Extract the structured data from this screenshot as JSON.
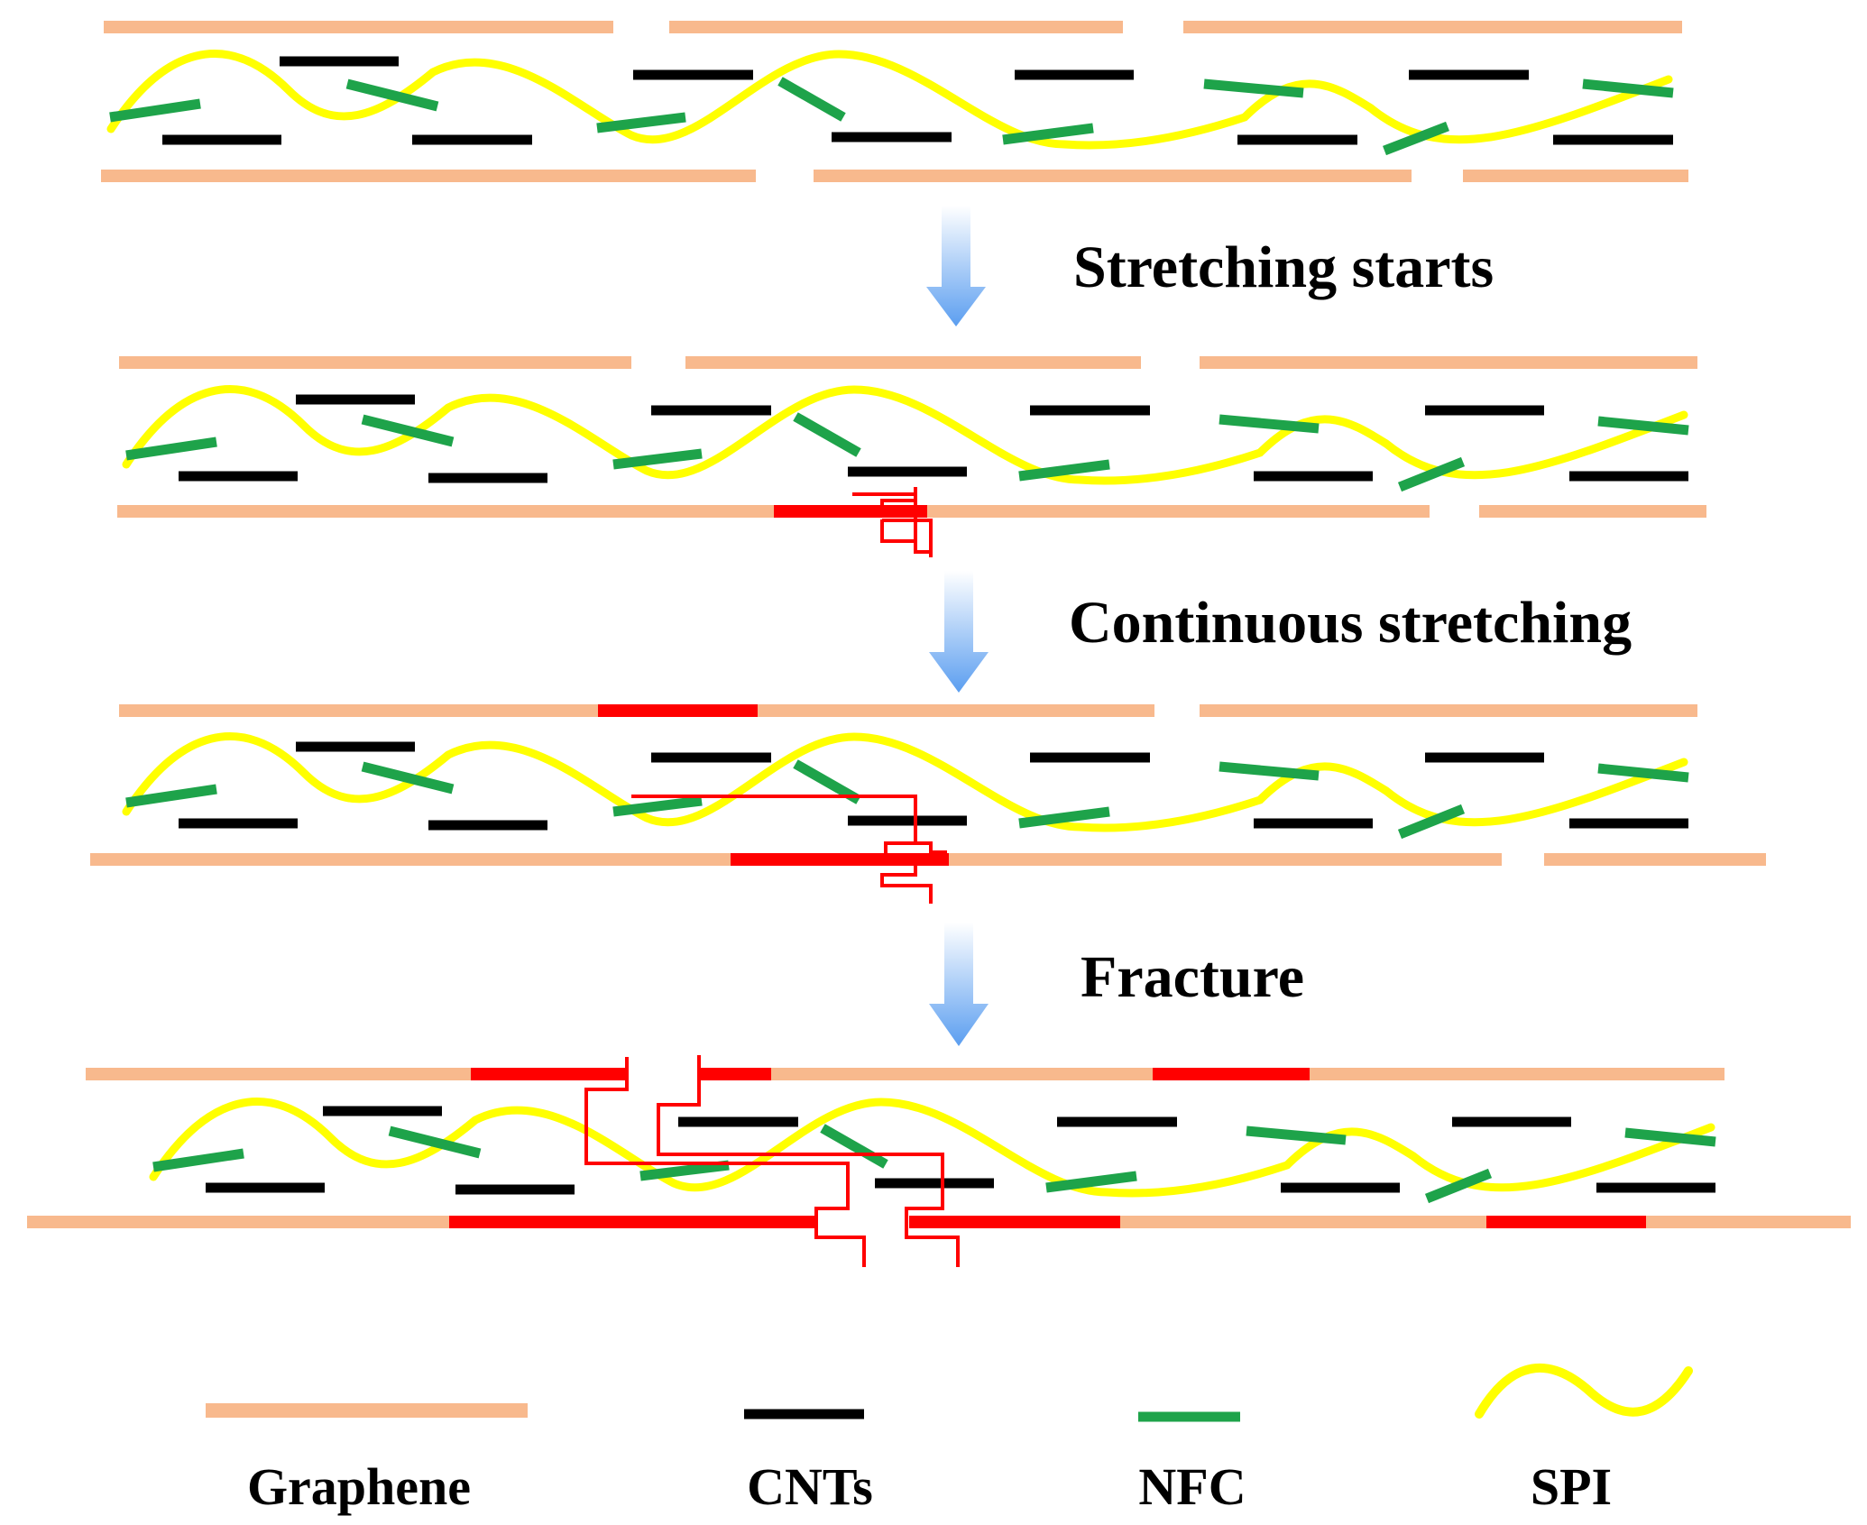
{
  "steps": [
    {
      "label": "Stretching starts"
    },
    {
      "label": "Continuous stretching"
    },
    {
      "label": "Fracture"
    }
  ],
  "legend": [
    {
      "label": "Graphene",
      "color": "#f8b98d",
      "icon": "graphene-sheet"
    },
    {
      "label": "CNTs",
      "color": "#000000",
      "icon": "cnt-rod"
    },
    {
      "label": "NFC",
      "color": "#1ea34a",
      "icon": "nfc-rod"
    },
    {
      "label": "SPI",
      "color": "#ffff00",
      "icon": "spi-wave"
    }
  ],
  "colors": {
    "graphene": "#f8b98d",
    "cnt": "#000000",
    "nfc": "#1ea34a",
    "spi": "#ffff00",
    "spi_outline": "#c8c000",
    "crack": "#ff0000",
    "arrow_top": "#ffffff",
    "arrow_bottom": "#5b9ef0"
  }
}
